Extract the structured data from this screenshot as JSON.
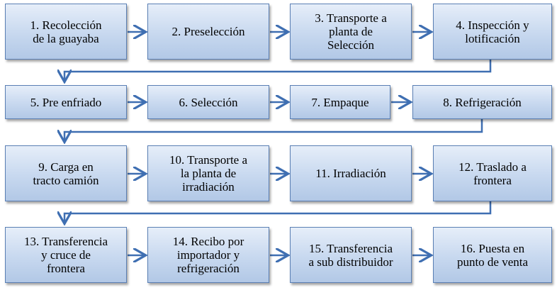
{
  "rows": [
    [
      "1. Recolección\nde la guayaba",
      "2. Preselección",
      "3. Transporte a\nplanta de\nSelección",
      "4. Inspección y\nlotificación"
    ],
    [
      "5. Pre enfriado",
      "6. Selección",
      "7. Empaque",
      "8. Refrigeración"
    ],
    [
      "9. Carga en\ntracto camión",
      "10. Transporte a\nla planta de\nirradiación",
      "11. Irradiación",
      "12. Traslado a\nfrontera"
    ],
    [
      "13. Transferencia\ny cruce de\nfrontera",
      "14. Recibo por\nimportador y\nrefrigeración",
      "15. Transferencia\na sub distribuidor",
      "16. Puesta en\npunto de venta"
    ]
  ],
  "colors": {
    "box_fill_top": "#e6eef9",
    "box_fill_bottom": "#b2c8e6",
    "box_border": "#5a7fb4",
    "arrow": "#3f6fb2"
  }
}
